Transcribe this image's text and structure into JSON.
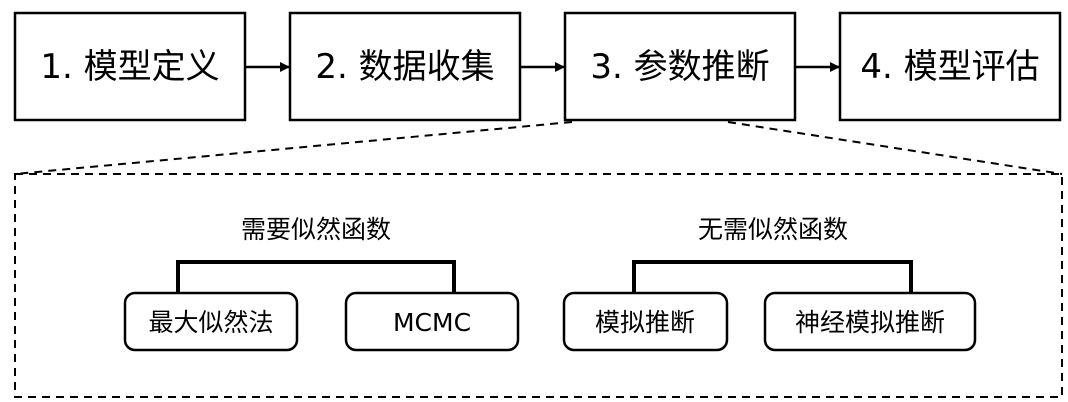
{
  "steps": [
    {
      "label": "1. 模型定义"
    },
    {
      "label": "2. 数据收集"
    },
    {
      "label": "3. 参数推断"
    },
    {
      "label": "4. 模型评估"
    }
  ],
  "groups": [
    {
      "title": "需要似然函数",
      "items": [
        {
          "label": "最大似然法"
        },
        {
          "label": "MCMC"
        }
      ]
    },
    {
      "title": "无需似然函数",
      "items": [
        {
          "label": "模拟推断"
        },
        {
          "label": "神经模拟推断"
        }
      ]
    }
  ]
}
